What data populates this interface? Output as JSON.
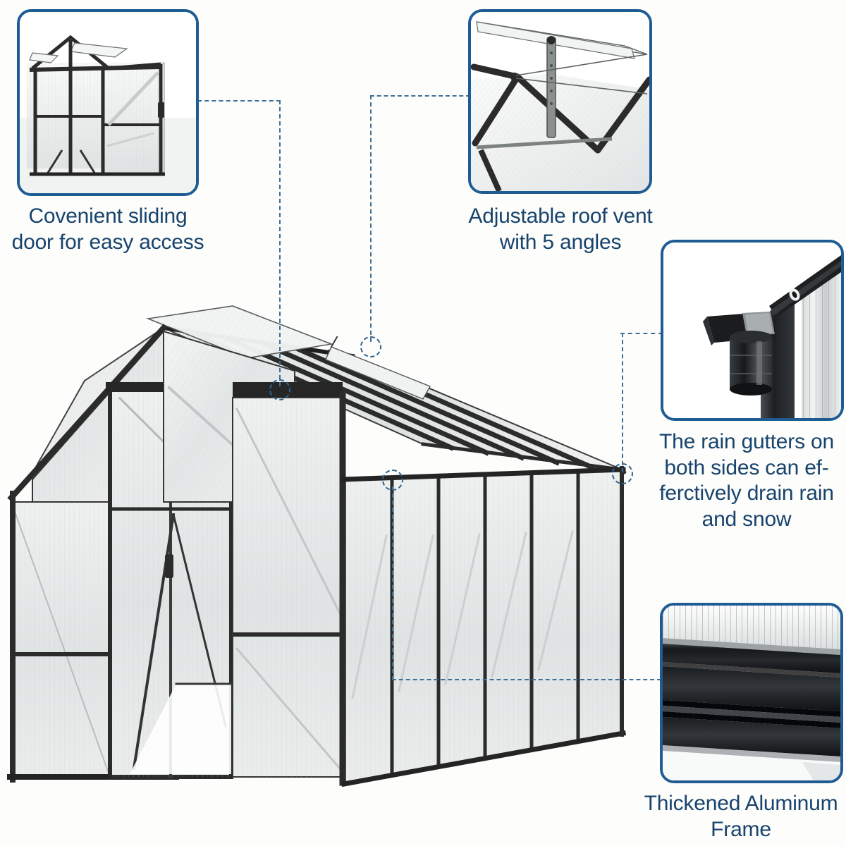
{
  "page": {
    "title": "Greenhouse Product Features",
    "background_color": "#fdfdfb",
    "accent_color": "#1f5c94",
    "text_color": "#17436d",
    "connector_color": "#3f6f96"
  },
  "callouts": [
    {
      "id": "sliding-door",
      "caption_line1": "Covenient sliding",
      "caption_line2": "door for easy access",
      "thumbnail_name": "greenhouse-interior-sliding-door-photo"
    },
    {
      "id": "roof-vent",
      "caption_line1": "Adjustable roof vent",
      "caption_line2": "with 5 angles",
      "thumbnail_name": "roof-vent-open-photo"
    },
    {
      "id": "rain-gutter",
      "caption_line1": "The rain gutters on",
      "caption_line2": "both sides can ef-",
      "caption_line3": "ferctively drain rain",
      "caption_line4": "and snow",
      "thumbnail_name": "rain-gutter-downspout-photo"
    },
    {
      "id": "aluminum-frame",
      "caption_line1": "Thickened Aluminum",
      "caption_line2": "Frame",
      "thumbnail_name": "aluminum-frame-closeup-photo"
    }
  ],
  "product": {
    "name": "walk-in-polycarbonate-greenhouse",
    "frame_color": "#2b2b2b",
    "panel_color": "#e8eaea"
  }
}
